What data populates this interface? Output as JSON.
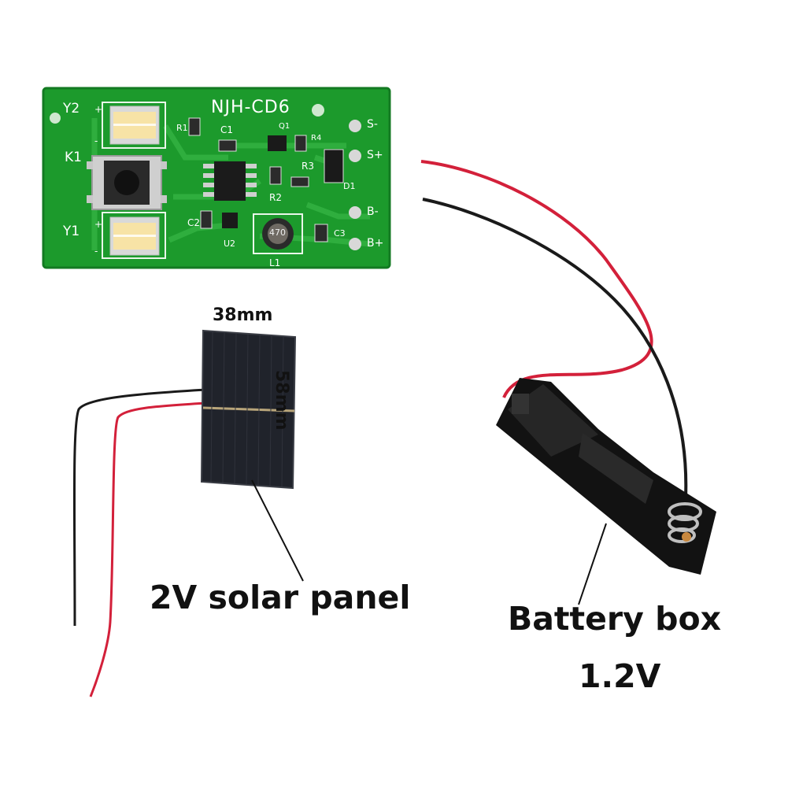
{
  "pcb": {
    "title": "NJH-CD6",
    "designators": {
      "y2": "Y2",
      "y1": "Y1",
      "k1": "K1",
      "r1": "R1",
      "r2": "R2",
      "r3": "R3",
      "r4": "R4",
      "c1": "C1",
      "c2": "C2",
      "c3": "C3",
      "q1": "Q1",
      "u2": "U2",
      "d1": "D1",
      "l1": "L1",
      "inductor_marking": "470"
    },
    "pads": {
      "s_minus": "S-",
      "s_plus": "S+",
      "b_minus": "B-",
      "b_plus": "B+"
    },
    "plus_mark": "+",
    "minus_mark": "-"
  },
  "solar_panel": {
    "width_label": "38mm",
    "height_label": "58mm",
    "caption": "2V solar panel"
  },
  "battery_box": {
    "caption_line1": "Battery box",
    "caption_line2": "1.2V"
  },
  "colors": {
    "pcb_green": "#1c9a2c",
    "pcb_border": "#157f24",
    "led_yellow": "#f7e3a6",
    "wire_red": "#d3203a",
    "wire_black": "#1a1a1a",
    "panel_dark": "#20232b",
    "battery_black": "#121212"
  }
}
